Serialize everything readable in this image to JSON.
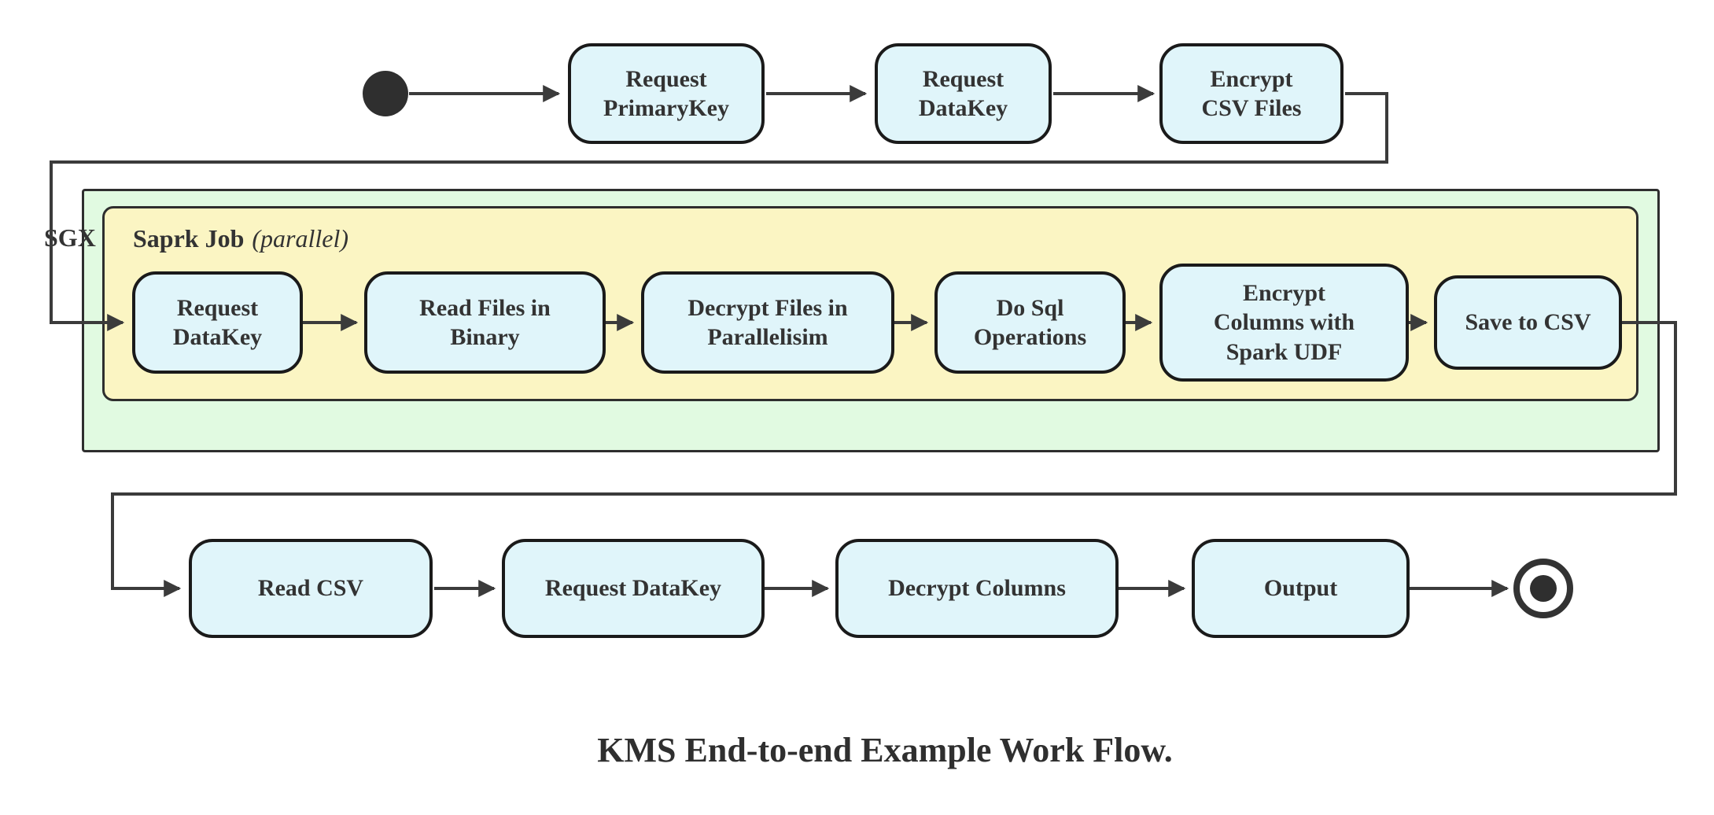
{
  "diagram": {
    "title": "KMS End-to-end Example Work Flow.",
    "colors": {
      "node_fill": "#e0f5fa",
      "node_border": "#1a1a1a",
      "sgx_fill": "#e1fae1",
      "spark_fill": "#fbf5c3",
      "line": "#3b3b3b",
      "text": "#333333"
    },
    "groups": {
      "sgx": {
        "label": "SGX"
      },
      "spark": {
        "label_bold": "Saprk Job",
        "label_italic": "(parallel)"
      }
    },
    "nodes": {
      "request_primarykey": "Request\nPrimaryKey",
      "request_datakey_top": "Request\nDataKey",
      "encrypt_csv_files": "Encrypt\nCSV Files",
      "request_datakey_spark": "Request\nDataKey",
      "read_files_in_binary": "Read Files in\nBinary",
      "decrypt_files_in_parallelisim": "Decrypt Files in\nParallelisim",
      "do_sql_operations": "Do Sql\nOperations",
      "encrypt_columns_with_spark_udf": "Encrypt\nColumns with\nSpark UDF",
      "save_to_csv": "Save to CSV",
      "read_csv": "Read CSV",
      "request_datakey_bottom": "Request DataKey",
      "decrypt_columns": "Decrypt Columns",
      "output": "Output"
    }
  }
}
